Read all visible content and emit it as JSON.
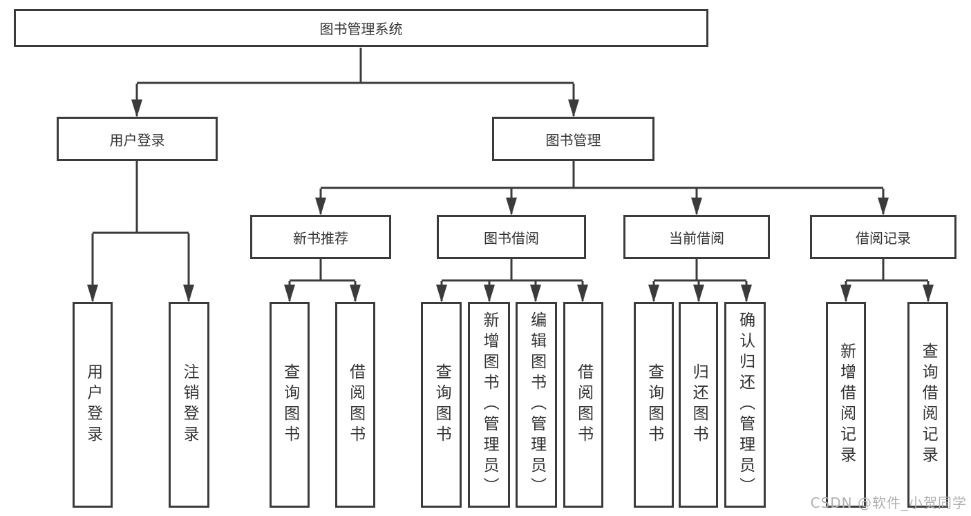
{
  "colors": {
    "line": "#3b3b3b",
    "text": "#333333",
    "box_fill": "#ffffff",
    "background": "#ffffff",
    "watermark": "#b0b0b0"
  },
  "watermark": {
    "text": "CSDN @软件_小贺同学"
  },
  "tree": {
    "root": {
      "label": "图书管理系统"
    },
    "branches": [
      {
        "label": "用户登录",
        "children": [
          {
            "label": "用户登录"
          },
          {
            "label": "注销登录"
          }
        ]
      },
      {
        "label": "图书管理",
        "children": [
          {
            "label": "新书推荐",
            "children": [
              {
                "label": "查询图书"
              },
              {
                "label": "借阅图书"
              }
            ]
          },
          {
            "label": "图书借阅",
            "children": [
              {
                "label": "查询图书"
              },
              {
                "label": "新增图书（管理员）"
              },
              {
                "label": "编辑图书（管理员）"
              },
              {
                "label": "借阅图书"
              }
            ]
          },
          {
            "label": "当前借阅",
            "children": [
              {
                "label": "查询图书"
              },
              {
                "label": "归还图书"
              },
              {
                "label": "确认归还（管理员）"
              }
            ]
          },
          {
            "label": "借阅记录",
            "children": [
              {
                "label": "新增借阅记录"
              },
              {
                "label": "查询借阅记录"
              }
            ]
          }
        ]
      }
    ]
  }
}
